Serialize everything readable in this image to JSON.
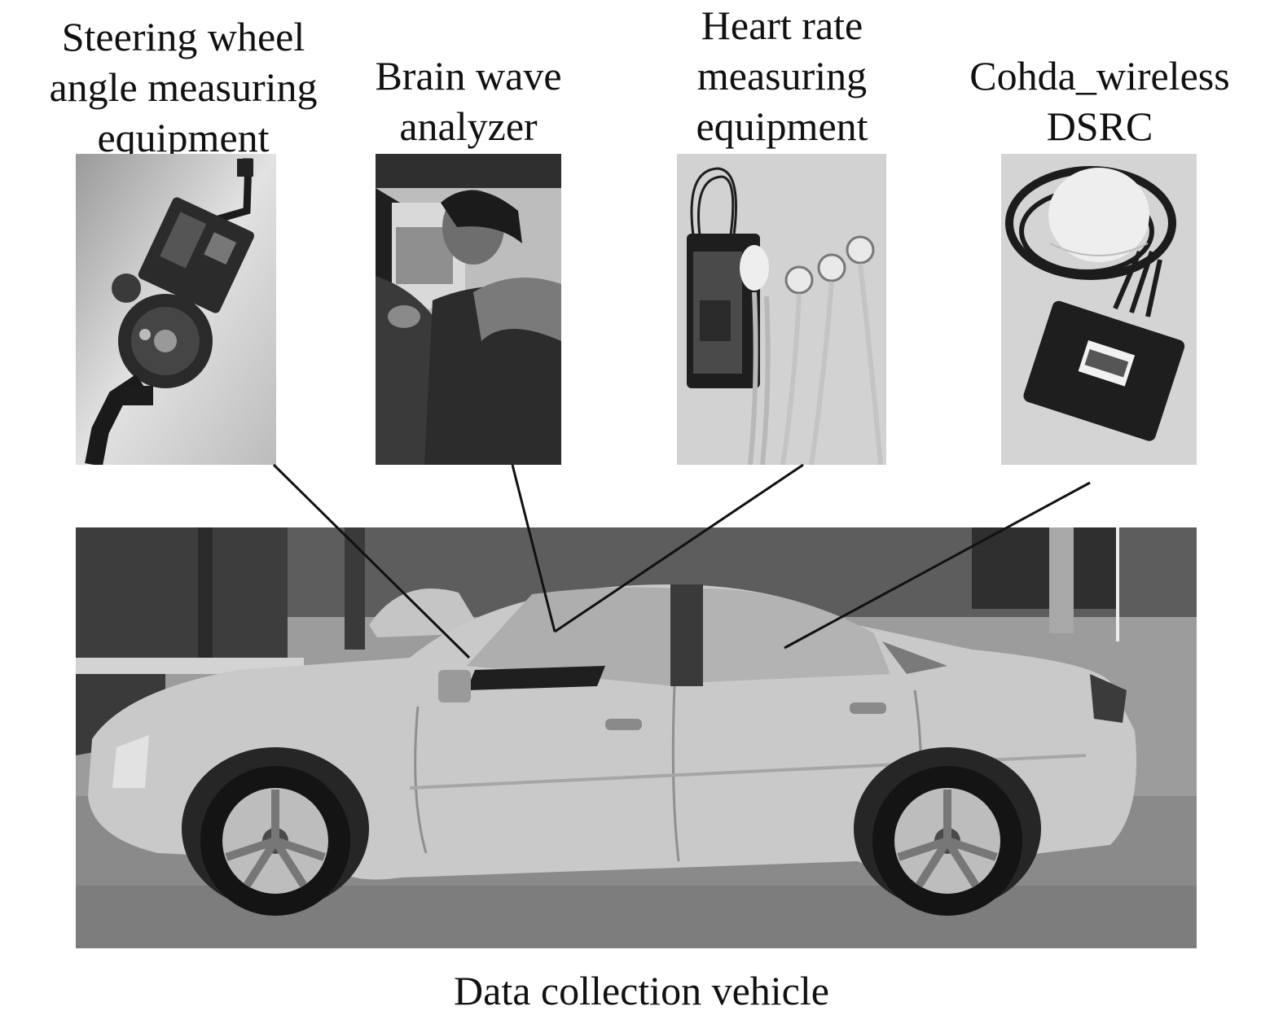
{
  "devices": [
    {
      "id": "steering",
      "caption": "Steering wheel\nangle measuring\nequipment"
    },
    {
      "id": "brain",
      "caption": "Brain wave\nanalyzer"
    },
    {
      "id": "heart",
      "caption": "Heart rate\nmeasuring\nequipment"
    },
    {
      "id": "dsrc",
      "caption": "Cohda_wireless\nDSRC"
    }
  ],
  "vehicle_caption": "Data collection vehicle",
  "colors": {
    "line": "#111111",
    "background": "#ffffff"
  }
}
